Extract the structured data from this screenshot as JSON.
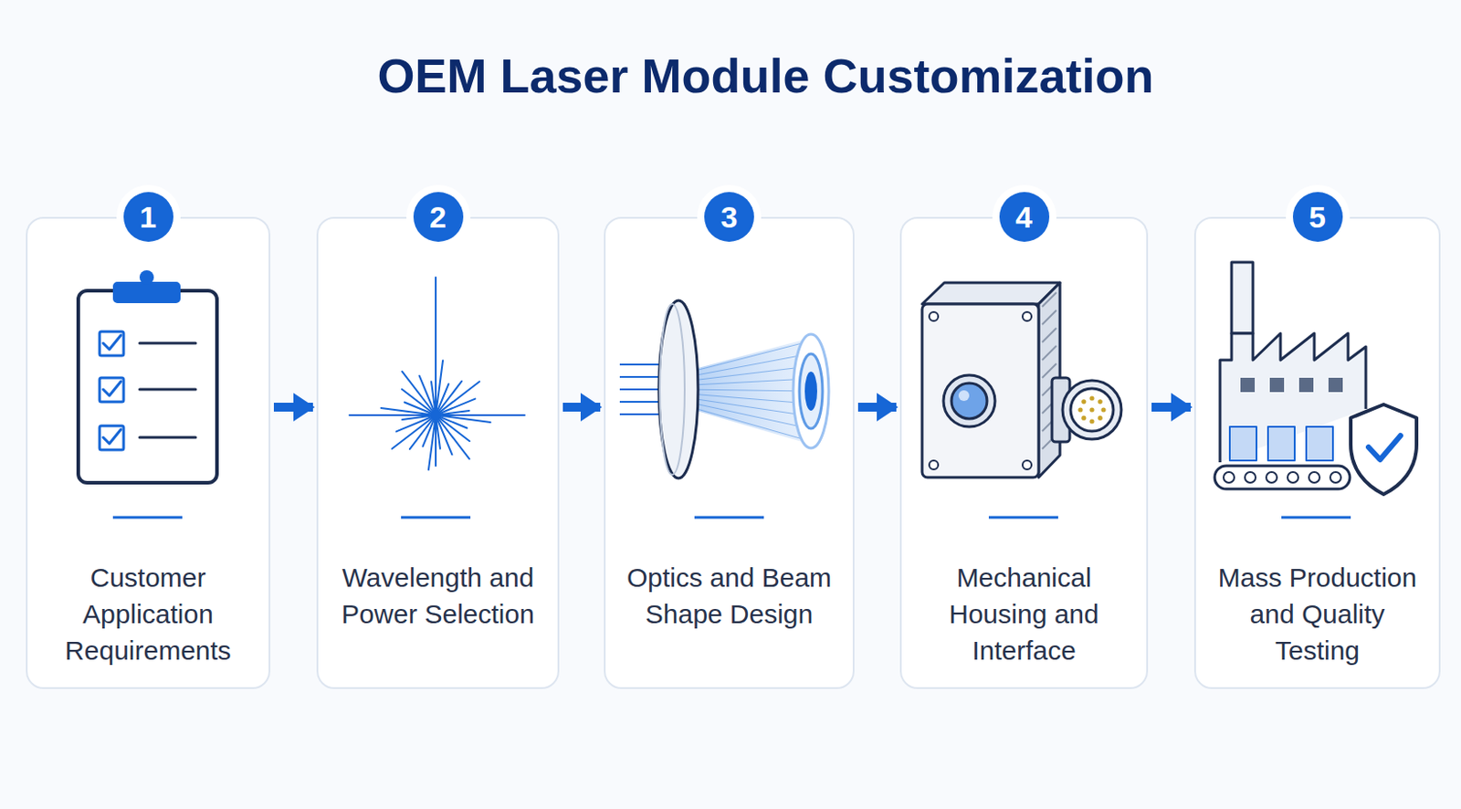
{
  "diagram": {
    "title": "OEM Laser Module Customization",
    "nodes": [
      {
        "text": [
          "1",
          "Customer Application Requirements"
        ]
      },
      {
        "text": [
          "2",
          "Wavelength and Power Selection"
        ]
      },
      {
        "text": [
          "3",
          "Optics and Beam Shape Design"
        ]
      },
      {
        "text": [
          "4",
          "Mechanical Housing and Interface"
        ]
      },
      {
        "text": [
          "5",
          "Mass Production and Quality Testing"
        ]
      }
    ],
    "edges": [
      {
        "from": 0,
        "to": 1,
        "arrow": "to"
      },
      {
        "from": 1,
        "to": 2,
        "arrow": "to"
      },
      {
        "from": 2,
        "to": 3,
        "arrow": "to"
      },
      {
        "from": 3,
        "to": 4,
        "arrow": "to"
      }
    ]
  }
}
